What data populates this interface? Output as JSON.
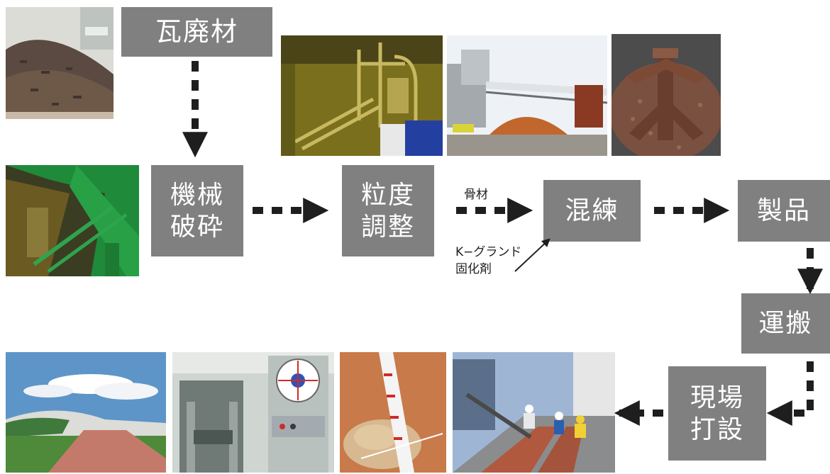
{
  "steps": {
    "waste_tile": "瓦廃材",
    "crushing_1": "機械",
    "crushing_2": "破砕",
    "grading_1": "粒度",
    "grading_2": "調整",
    "mixing": "混練",
    "product": "製品",
    "transport": "運搬",
    "site_1": "現場",
    "site_2": "打設"
  },
  "labels": {
    "aggregate": "骨材",
    "binder_1": "K−グランド",
    "binder_2": "固化剤"
  },
  "photos": [
    "tile-waste-pile-photo",
    "crushing-plant-interior-photo",
    "grading-plant-photo",
    "conveyor-stockpile-photo",
    "mixer-blade-photo",
    "finished-walkway-photo",
    "strength-test-machine-photo",
    "measuring-staff-sample-photo",
    "on-site-paving-photo"
  ],
  "colors": {
    "box": "#808080",
    "arrow": "#1e1e1e"
  }
}
